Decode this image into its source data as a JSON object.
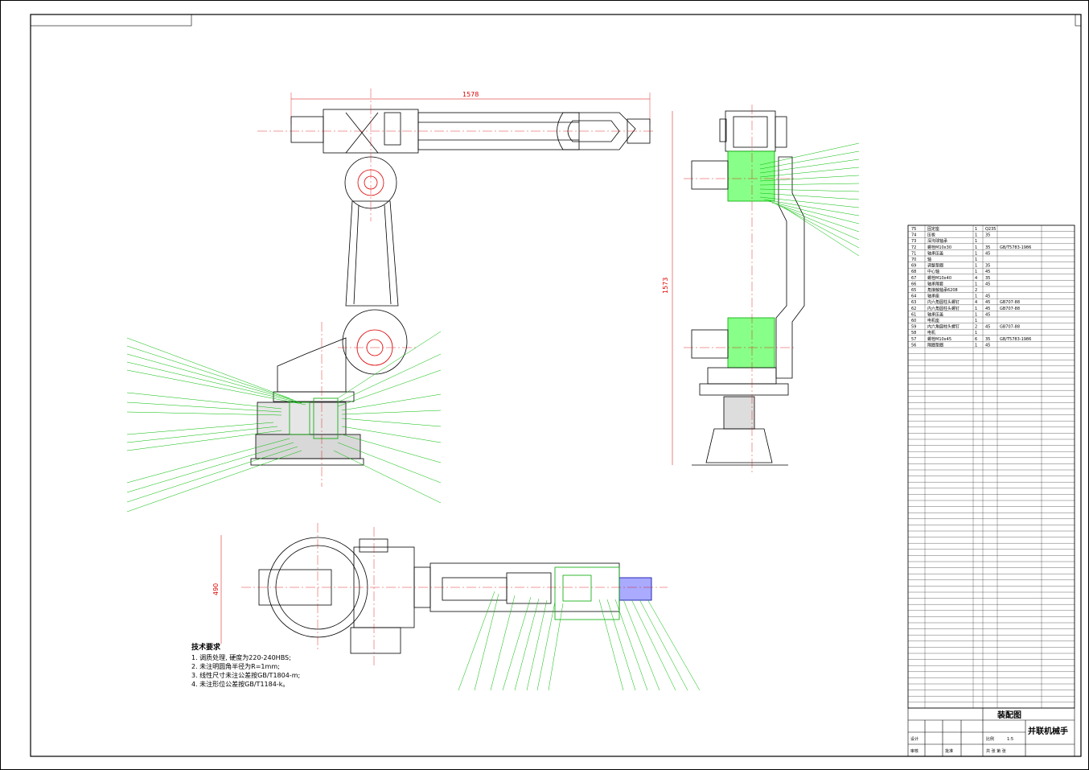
{
  "drawing": {
    "title": "装配图",
    "product_name": "并联机械手",
    "dimensions": {
      "top_width": "1578",
      "right_height": "1573",
      "bottom_height": "490"
    }
  },
  "tech_requirements": {
    "title": "技术要求",
    "lines": [
      "1. 调质处理, 硬度为220-240HBS;",
      "2. 未注明圆角半径为R=1mm;",
      "3. 线性尺寸未注公差按GB/T1804-m;",
      "4. 未注形位公差按GB/T1184-k。"
    ]
  },
  "bom": {
    "rows": [
      [
        "75",
        "固定座",
        "1",
        "Q235",
        ""
      ],
      [
        "74",
        "压板",
        "1",
        "35",
        ""
      ],
      [
        "73",
        "深沟球轴承",
        "1",
        "",
        ""
      ],
      [
        "72",
        "螺栓M10x30",
        "1",
        "35",
        "GB/T5783-1986"
      ],
      [
        "71",
        "轴承压盖",
        "1",
        "45",
        ""
      ],
      [
        "70",
        "轴",
        "1",
        "",
        ""
      ],
      [
        "69",
        "调整垫圈",
        "1",
        "35",
        ""
      ],
      [
        "68",
        "中心轴",
        "1",
        "45",
        ""
      ],
      [
        "67",
        "螺栓M10x40",
        "4",
        "35",
        ""
      ],
      [
        "66",
        "轴承隔套",
        "1",
        "45",
        ""
      ],
      [
        "65",
        "角接触轴承6208",
        "2",
        "",
        ""
      ],
      [
        "64",
        "轴承座",
        "1",
        "45",
        ""
      ],
      [
        "63",
        "内六角圆柱头螺钉",
        "4",
        "45",
        "GB707-88"
      ],
      [
        "62",
        "内六角圆柱头螺钉",
        "1",
        "45",
        "GB707-88"
      ],
      [
        "61",
        "轴承压盖",
        "1",
        "45",
        ""
      ],
      [
        "60",
        "电机座",
        "1",
        "",
        ""
      ],
      [
        "59",
        "内六角圆柱头螺钉",
        "2",
        "45",
        "GB707-88"
      ],
      [
        "58",
        "电机",
        "1",
        "",
        ""
      ],
      [
        "57",
        "螺栓M10x45",
        "6",
        "35",
        "GB/T5783-1986"
      ],
      [
        "56",
        "隔圈垫圈",
        "1",
        "45",
        ""
      ]
    ],
    "title_block": {
      "drawn": "设计",
      "checked": "审核",
      "approved": "批准",
      "scale_label": "比例",
      "scale": "1:5",
      "sheet_label": "共 张 第 张"
    }
  }
}
